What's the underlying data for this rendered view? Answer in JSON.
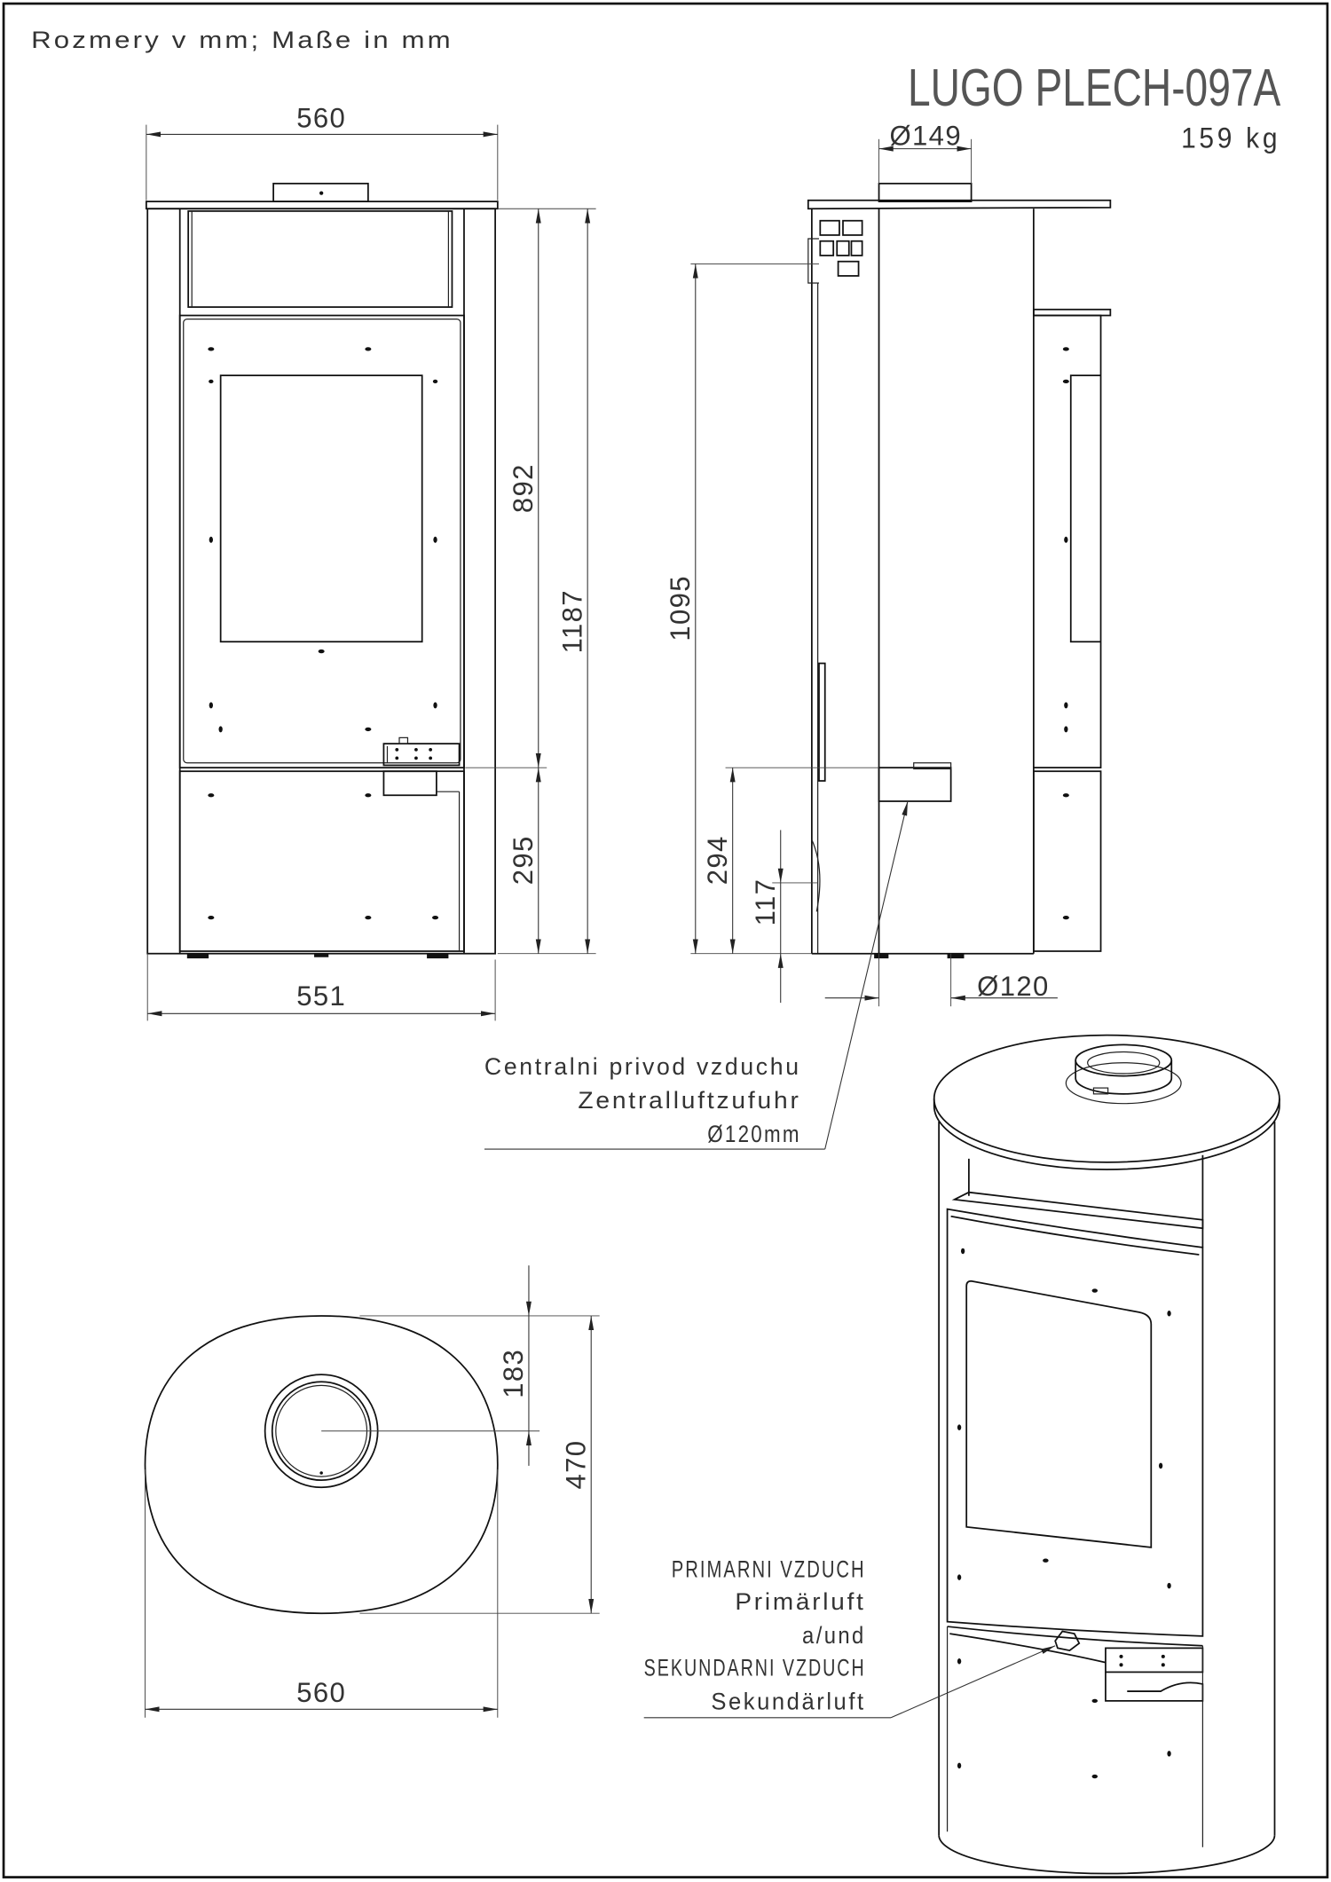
{
  "header": {
    "units_note": "Rozmery v mm; Maße in mm",
    "model": "LUGO PLECH-097A",
    "weight": "159 kg"
  },
  "front_view": {
    "top_width": "560",
    "door_top_height": "892",
    "overall_height": "1187",
    "air_control_height": "295",
    "base_width": "551"
  },
  "side_view": {
    "flue_diameter": "Ø149",
    "flue_outlet_height": "1095",
    "air_inlet_top_height": "294",
    "air_inlet_center_height": "117",
    "air_inlet_diameter": "Ø120"
  },
  "top_view": {
    "flue_center_offset": "183",
    "depth": "470",
    "width": "560"
  },
  "callouts": {
    "central_air_supply": {
      "line1": "Centralni privod vzduchu",
      "line2": "Zentralluftzufuhr",
      "line3": "Ø120mm"
    },
    "air_control": {
      "line1": "PRIMARNI VZDUCH",
      "line2": "Primärluft",
      "line3": "a/und",
      "line4": "SEKUNDARNI VZDUCH",
      "line5": "Sekundärluft"
    }
  }
}
